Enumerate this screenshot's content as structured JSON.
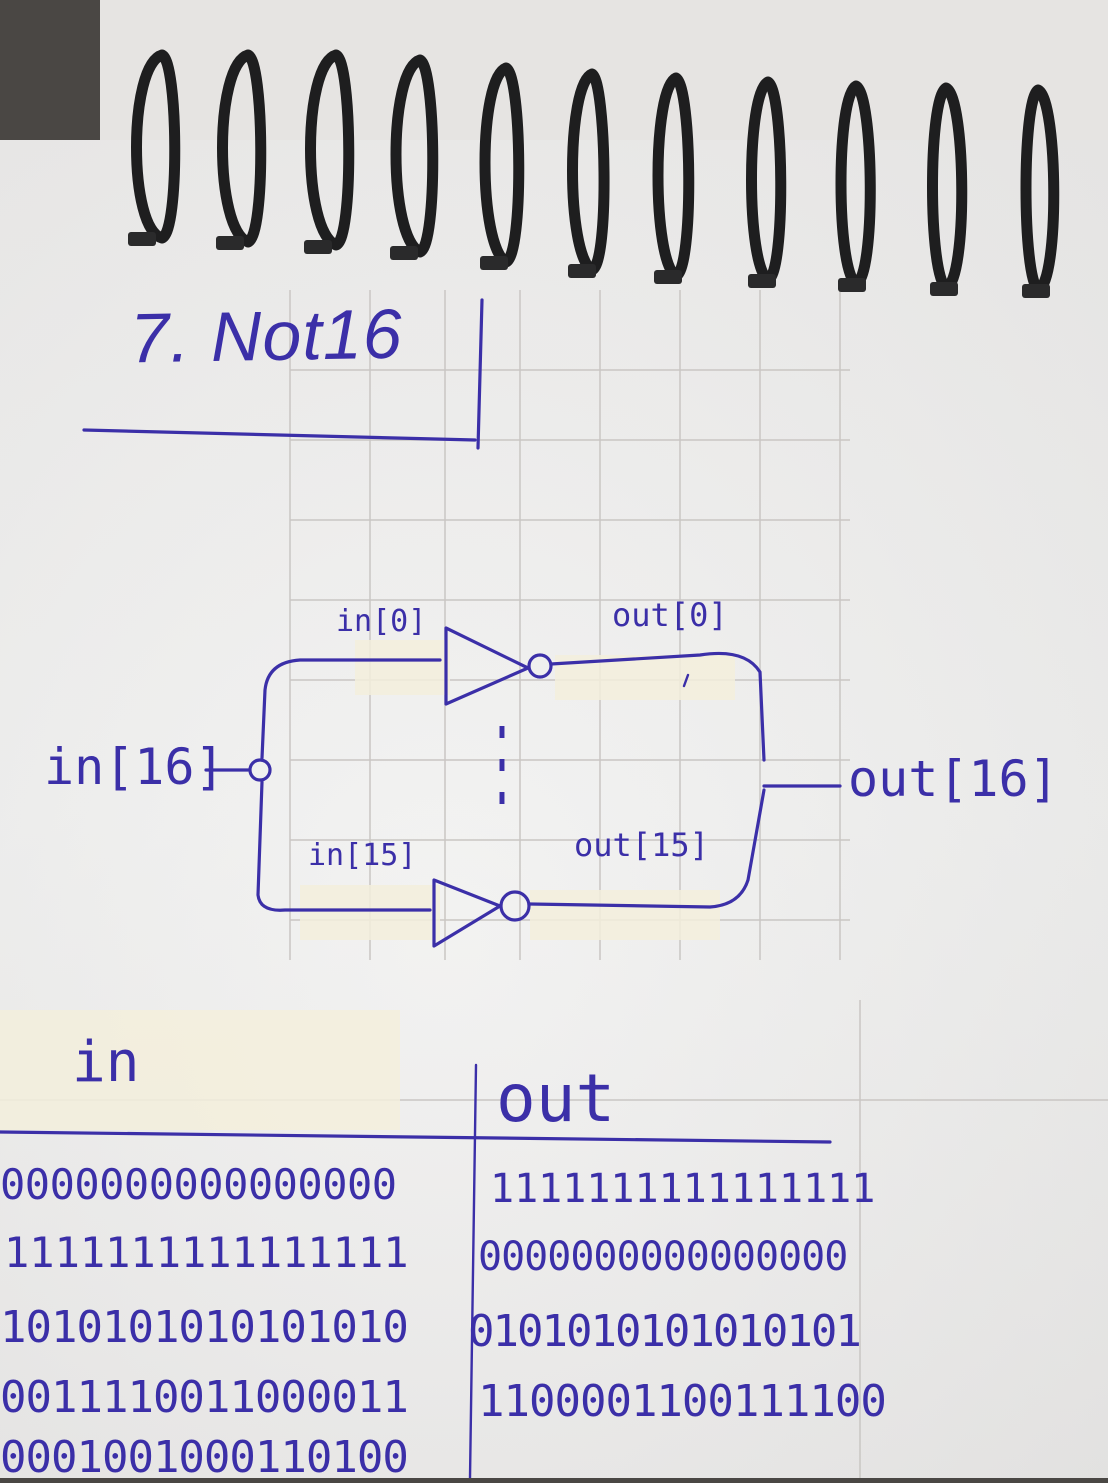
{
  "title": "7. Not16",
  "diagram": {
    "input_bus": "in[16]",
    "output_bus": "out[16]",
    "gate_top_in": "in[0]",
    "gate_top_out": "out[0]",
    "gate_bottom_in": "in[15]",
    "gate_bottom_out": "out[15]",
    "ellipsis": "⋮"
  },
  "table": {
    "headers": [
      "in",
      "out"
    ],
    "rows": [
      [
        "0000000000000000",
        "1111111111111111"
      ],
      [
        "1111111111111111",
        "0000000000000000"
      ],
      [
        "1010101010101010",
        "0101010101010101"
      ],
      [
        "0011110011000011",
        "1100001100111100"
      ],
      [
        "0001001000110100",
        ""
      ]
    ]
  },
  "colors": {
    "ink": "#3b2fa8",
    "paper": "#eeedec",
    "coil": "#1e1e1f"
  }
}
